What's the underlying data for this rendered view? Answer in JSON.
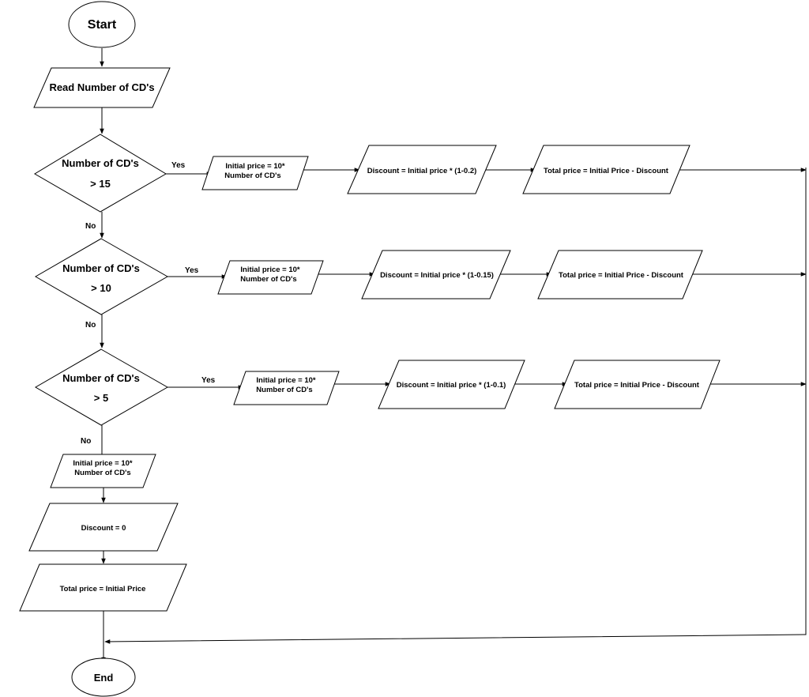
{
  "flowchart": {
    "start": "Start",
    "read": "Read Number of CD's",
    "decisions": [
      {
        "line1": "Number of CD's",
        "line2": "> 15",
        "yes": "Yes",
        "no": "No"
      },
      {
        "line1": "Number of CD's",
        "line2": "> 10",
        "yes": "Yes",
        "no": "No"
      },
      {
        "line1": "Number of CD's",
        "line2": "> 5",
        "yes": "Yes",
        "no": "No"
      }
    ],
    "branches": [
      {
        "initial_line1": "Initial price = 10*",
        "initial_line2": "Number of CD's",
        "discount": "Discount = Initial price * (1-0.2)",
        "total": "Total price = Initial Price - Discount"
      },
      {
        "initial_line1": "Initial price = 10*",
        "initial_line2": "Number of CD's",
        "discount": "Discount = Initial price * (1-0.15)",
        "total": "Total price = Initial Price - Discount"
      },
      {
        "initial_line1": "Initial price = 10*",
        "initial_line2": "Number of CD's",
        "discount": "Discount = Initial price * (1-0.1)",
        "total": "Total price = Initial Price - Discount"
      }
    ],
    "default": {
      "initial_line1": "Initial price = 10*",
      "initial_line2": "Number of CD's",
      "discount": "Discount = 0",
      "total": "Total price = Initial Price"
    },
    "end": "End"
  }
}
